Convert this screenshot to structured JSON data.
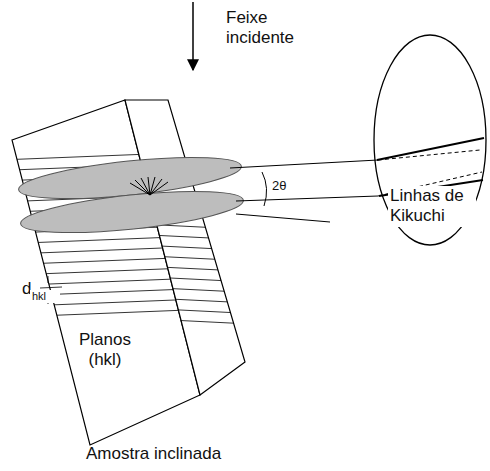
{
  "diagram": {
    "labels": [
      "Feixe incidente",
      "2θ",
      "Linhas de Kikuchi",
      "d",
      "hkl",
      "Planos (hkl)",
      "Amostra inclinada"
    ]
  }
}
